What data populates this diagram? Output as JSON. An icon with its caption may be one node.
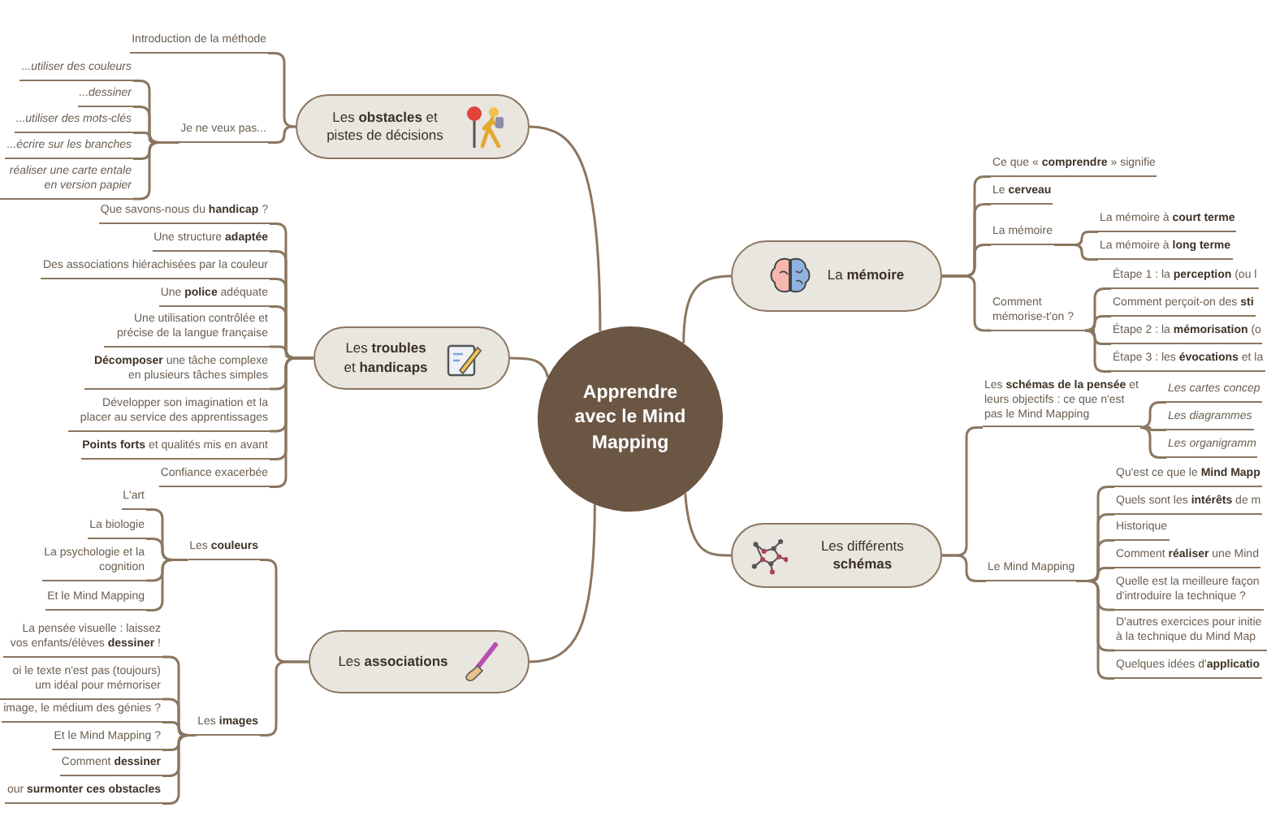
{
  "diagram": {
    "nodes": [
      {
        "text": [
          "Apprendre avec le Mind Mapping"
        ]
      },
      {
        "text": [
          "Les **obstacles** et pistes de décisions"
        ]
      },
      {
        "text": [
          "Introduction de la méthode"
        ]
      },
      {
        "text": [
          "Je ne veux pas..."
        ]
      },
      {
        "text": [
          "...utiliser des couleurs"
        ]
      },
      {
        "text": [
          "...dessiner"
        ]
      },
      {
        "text": [
          "...utiliser des mots-clés"
        ]
      },
      {
        "text": [
          "...écrire sur les branches"
        ]
      },
      {
        "text": [
          "réaliser une carte entale en version papier"
        ]
      },
      {
        "text": [
          "Les **troubles** et **handicaps**"
        ]
      },
      {
        "text": [
          "Que savons-nous du **handicap** ?"
        ]
      },
      {
        "text": [
          "Une structure **adaptée**"
        ]
      },
      {
        "text": [
          "Des associations hiérachisées par la couleur"
        ]
      },
      {
        "text": [
          "Une **police** adéquate"
        ]
      },
      {
        "text": [
          "Une utilisation contrôlée et précise de la langue française"
        ]
      },
      {
        "text": [
          "**Décomposer** une tâche complexe en plusieurs tâches simples"
        ]
      },
      {
        "text": [
          "Développer son imagination et la placer au service des apprentissages"
        ]
      },
      {
        "text": [
          "**Points forts** et qualités mis en avant"
        ]
      },
      {
        "text": [
          "Confiance exacerbée"
        ]
      },
      {
        "text": [
          "Les **associations**"
        ]
      },
      {
        "text": [
          "Les **couleurs**"
        ]
      },
      {
        "text": [
          "L'art"
        ]
      },
      {
        "text": [
          "La biologie"
        ]
      },
      {
        "text": [
          "La psychologie et la cognition"
        ]
      },
      {
        "text": [
          "Et le Mind Mapping"
        ]
      },
      {
        "text": [
          "Les **images**"
        ]
      },
      {
        "text": [
          "La pensée visuelle : laissez vos enfants/élèves **dessiner** !"
        ]
      },
      {
        "text": [
          "oi le texte n'est pas (toujours) um idéal pour mémoriser"
        ]
      },
      {
        "text": [
          "image, le médium des génies ?"
        ]
      },
      {
        "text": [
          "Et le Mind Mapping ?"
        ]
      },
      {
        "text": [
          "Comment **dessiner**"
        ]
      },
      {
        "text": [
          "our **surmonter ces obstacles**"
        ]
      },
      {
        "text": [
          "La **mémoire**"
        ]
      },
      {
        "text": [
          "Ce que « **comprendre** » signifie"
        ]
      },
      {
        "text": [
          "Le **cerveau**"
        ]
      },
      {
        "text": [
          "La mémoire"
        ]
      },
      {
        "text": [
          "La mémoire à **court terme**"
        ]
      },
      {
        "text": [
          "La mémoire à **long terme**"
        ]
      },
      {
        "text": [
          "Comment mémorise-t'on ?"
        ]
      },
      {
        "text": [
          "Étape 1 : la **perception** (ou l"
        ]
      },
      {
        "text": [
          "Comment perçoit-on des **sti**"
        ]
      },
      {
        "text": [
          "Étape 2 : la **mémorisation** (o"
        ]
      },
      {
        "text": [
          "Étape 3 : les **évocations** et la"
        ]
      },
      {
        "text": [
          "Les différents **schémas**"
        ]
      },
      {
        "text": [
          "Les **schémas de la pensée** et leurs objectifs : ce que n'est pas le Mind Mapping"
        ]
      },
      {
        "text": [
          "Les cartes concep"
        ]
      },
      {
        "text": [
          "Les diagrammes"
        ]
      },
      {
        "text": [
          "Les organigramm"
        ]
      },
      {
        "text": [
          "Le Mind Mapping"
        ]
      },
      {
        "text": [
          "Qu'est ce que le **Mind Mapp**"
        ]
      },
      {
        "text": [
          "Quels sont les **intérêts** de m"
        ]
      },
      {
        "text": [
          "Historique"
        ]
      },
      {
        "text": [
          "Comment **réaliser** une Mind"
        ]
      },
      {
        "text": [
          "Quelle est la meilleure façon d'introduire la technique ?"
        ]
      },
      {
        "text": [
          "D'autres exercices pour initie à la technique du Mind Map"
        ]
      },
      {
        "text": [
          "Quelques idées d'**applicatio**"
        ]
      }
    ],
    "edges": [
      {
        "from": 0,
        "to": 1,
        "arrow": "none"
      },
      {
        "from": 0,
        "to": 9,
        "arrow": "none"
      },
      {
        "from": 0,
        "to": 19,
        "arrow": "none"
      },
      {
        "from": 0,
        "to": 32,
        "arrow": "none"
      },
      {
        "from": 0,
        "to": 43,
        "arrow": "none"
      },
      {
        "from": 1,
        "to": 2,
        "arrow": "none"
      },
      {
        "from": 1,
        "to": 3,
        "arrow": "none"
      },
      {
        "from": 3,
        "to": 4,
        "arrow": "none"
      },
      {
        "from": 3,
        "to": 5,
        "arrow": "none"
      },
      {
        "from": 3,
        "to": 6,
        "arrow": "none"
      },
      {
        "from": 3,
        "to": 7,
        "arrow": "none"
      },
      {
        "from": 3,
        "to": 8,
        "arrow": "none"
      },
      {
        "from": 9,
        "to": 10,
        "arrow": "none"
      },
      {
        "from": 9,
        "to": 11,
        "arrow": "none"
      },
      {
        "from": 9,
        "to": 12,
        "arrow": "none"
      },
      {
        "from": 9,
        "to": 13,
        "arrow": "none"
      },
      {
        "from": 9,
        "to": 14,
        "arrow": "none"
      },
      {
        "from": 9,
        "to": 15,
        "arrow": "none"
      },
      {
        "from": 9,
        "to": 16,
        "arrow": "none"
      },
      {
        "from": 9,
        "to": 17,
        "arrow": "none"
      },
      {
        "from": 9,
        "to": 18,
        "arrow": "none"
      },
      {
        "from": 19,
        "to": 20,
        "arrow": "none"
      },
      {
        "from": 19,
        "to": 25,
        "arrow": "none"
      },
      {
        "from": 20,
        "to": 21,
        "arrow": "none"
      },
      {
        "from": 20,
        "to": 22,
        "arrow": "none"
      },
      {
        "from": 20,
        "to": 23,
        "arrow": "none"
      },
      {
        "from": 20,
        "to": 24,
        "arrow": "none"
      },
      {
        "from": 25,
        "to": 26,
        "arrow": "none"
      },
      {
        "from": 25,
        "to": 27,
        "arrow": "none"
      },
      {
        "from": 25,
        "to": 28,
        "arrow": "none"
      },
      {
        "from": 25,
        "to": 29,
        "arrow": "none"
      },
      {
        "from": 25,
        "to": 30,
        "arrow": "none"
      },
      {
        "from": 25,
        "to": 31,
        "arrow": "none"
      },
      {
        "from": 32,
        "to": 33,
        "arrow": "none"
      },
      {
        "from": 32,
        "to": 34,
        "arrow": "none"
      },
      {
        "from": 32,
        "to": 35,
        "arrow": "none"
      },
      {
        "from": 32,
        "to": 38,
        "arrow": "none"
      },
      {
        "from": 35,
        "to": 36,
        "arrow": "none"
      },
      {
        "from": 35,
        "to": 37,
        "arrow": "none"
      },
      {
        "from": 38,
        "to": 39,
        "arrow": "none"
      },
      {
        "from": 38,
        "to": 40,
        "arrow": "none"
      },
      {
        "from": 38,
        "to": 41,
        "arrow": "none"
      },
      {
        "from": 38,
        "to": 42,
        "arrow": "none"
      },
      {
        "from": 43,
        "to": 44,
        "arrow": "none"
      },
      {
        "from": 43,
        "to": 48,
        "arrow": "none"
      },
      {
        "from": 44,
        "to": 45,
        "arrow": "none"
      },
      {
        "from": 44,
        "to": 46,
        "arrow": "none"
      },
      {
        "from": 44,
        "to": 47,
        "arrow": "none"
      },
      {
        "from": 48,
        "to": 49,
        "arrow": "none"
      },
      {
        "from": 48,
        "to": 50,
        "arrow": "none"
      },
      {
        "from": 48,
        "to": 51,
        "arrow": "none"
      },
      {
        "from": 48,
        "to": 52,
        "arrow": "none"
      },
      {
        "from": 48,
        "to": 53,
        "arrow": "none"
      },
      {
        "from": 48,
        "to": 54,
        "arrow": "none"
      },
      {
        "from": 48,
        "to": 55,
        "arrow": "none"
      }
    ]
  }
}
